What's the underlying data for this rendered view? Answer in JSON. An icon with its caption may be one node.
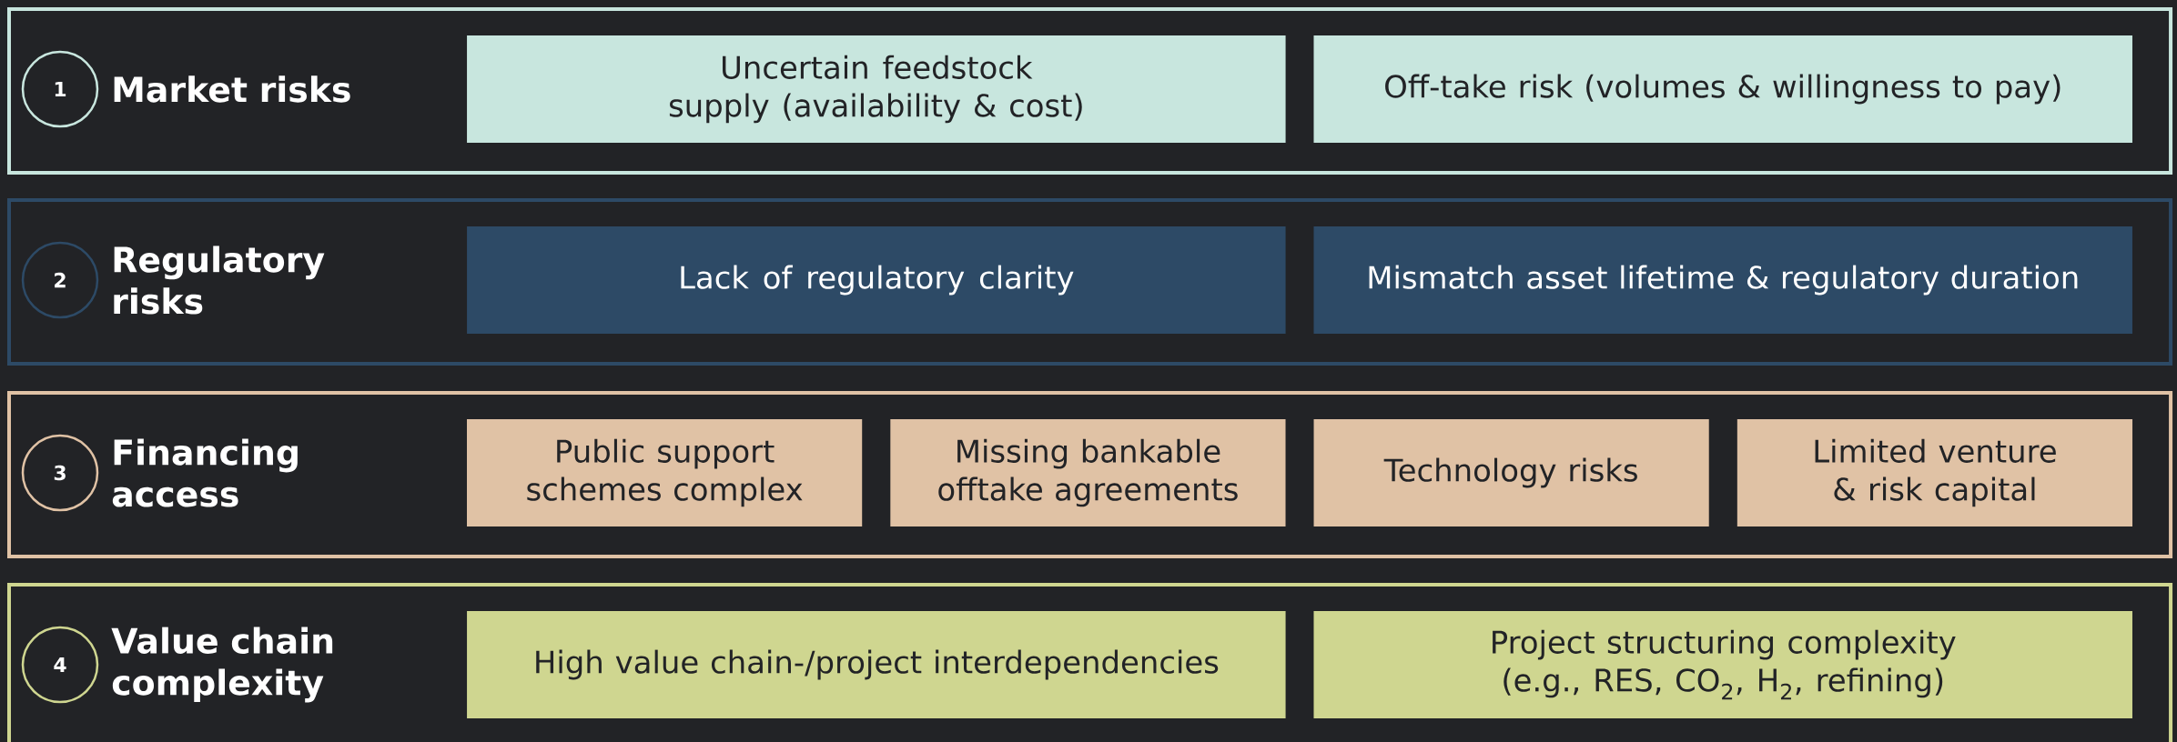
{
  "diagram": {
    "nodes": [
      {
        "text": [
          "Market risks"
        ]
      },
      {
        "text": [
          "1"
        ],
        "in": 0
      },
      {
        "text": [
          "Uncertain feedstock supply (availability & cost)"
        ],
        "in": 0
      },
      {
        "text": [
          "Off-take risk (volumes & willingness to pay)"
        ],
        "in": 0
      },
      {
        "text": [
          "Regulatory risks"
        ]
      },
      {
        "text": [
          "2"
        ],
        "in": 4
      },
      {
        "text": [
          "Lack of regulatory clarity"
        ],
        "in": 4
      },
      {
        "text": [
          "Mismatch asset lifetime & regulatory duration"
        ],
        "in": 4
      },
      {
        "text": [
          "Financing access"
        ]
      },
      {
        "text": [
          "3"
        ],
        "in": 8
      },
      {
        "text": [
          "Public support schemes complex"
        ],
        "in": 8
      },
      {
        "text": [
          "Missing bankable offtake agreements"
        ],
        "in": 8
      },
      {
        "text": [
          "Technology risks"
        ],
        "in": 8
      },
      {
        "text": [
          "Limited venture & risk capital"
        ],
        "in": 8
      },
      {
        "text": [
          "Value chain complexity"
        ]
      },
      {
        "text": [
          "4"
        ],
        "in": 14
      },
      {
        "text": [
          "High value chain-/project interdependencies"
        ],
        "in": 14
      },
      {
        "text": [
          "Project structuring complexity (e.g., RES, CO$_{2}$, H$_{2}$, refining)"
        ],
        "in": 14
      }
    ]
  }
}
